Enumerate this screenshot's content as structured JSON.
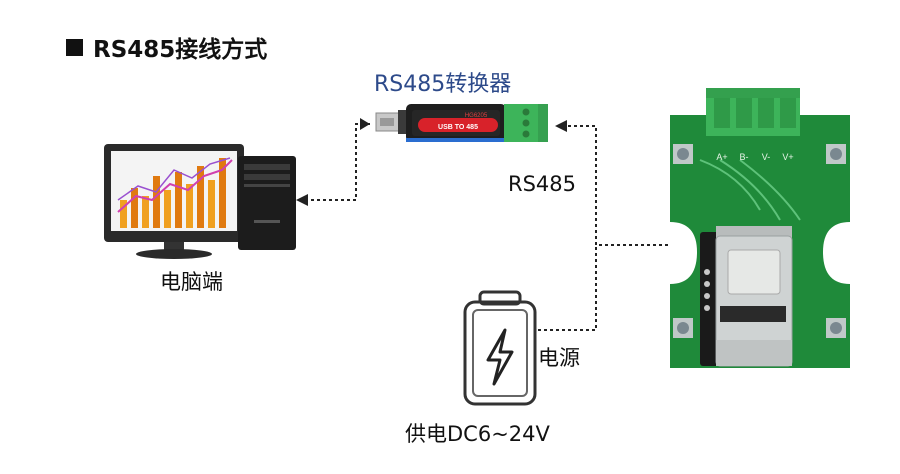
{
  "heading": {
    "title": "RS485接线方式"
  },
  "converter": {
    "title": "RS485转换器",
    "model_text": "HG6205",
    "body_text": "USB TO 485"
  },
  "computer": {
    "label": "电脑端"
  },
  "link": {
    "label": "RS485"
  },
  "power": {
    "label": "电源",
    "spec": "供电DC6~24V"
  },
  "sensor_board": {
    "terminal_labels": [
      "A+",
      "B-",
      "V-",
      "V+"
    ]
  },
  "colors": {
    "converter_title": "#2d4a8a",
    "pcb_green": "#1f8a3a",
    "terminal_green": "#3db45a",
    "converter_red": "#d8222a",
    "chart_orange": "#f0a020",
    "chart_pink": "#d040b0"
  },
  "icons": [
    "computer-icon",
    "usb-converter-icon",
    "battery-icon",
    "lightning-icon",
    "sensor-board-icon"
  ]
}
